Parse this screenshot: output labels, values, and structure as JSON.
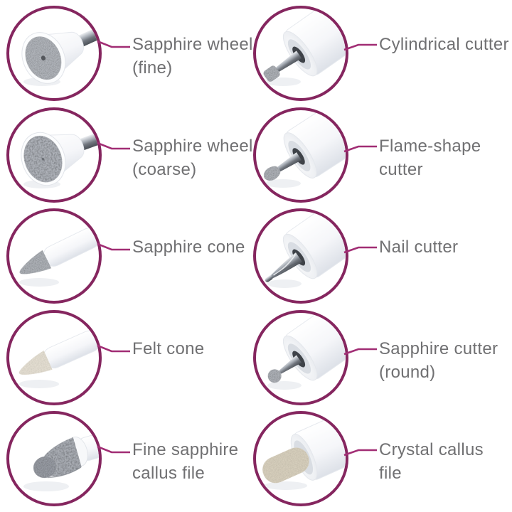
{
  "colors": {
    "background": "#ffffff",
    "circle_border": "#85265f",
    "leader_line": "#a12d74",
    "label_text": "#707072"
  },
  "items": [
    {
      "label": "Sapphire wheel\n(fine)",
      "icon": "sapphire-wheel-fine-icon"
    },
    {
      "label": "Cylindrical cutter",
      "icon": "cylindrical-cutter-icon"
    },
    {
      "label": "Sapphire wheel\n(coarse)",
      "icon": "sapphire-wheel-coarse-icon"
    },
    {
      "label": "Flame-shape\ncutter",
      "icon": "flame-shape-cutter-icon"
    },
    {
      "label": "Sapphire cone",
      "icon": "sapphire-cone-icon"
    },
    {
      "label": "Nail cutter",
      "icon": "nail-cutter-icon"
    },
    {
      "label": "Felt cone",
      "icon": "felt-cone-icon"
    },
    {
      "label": "Sapphire cutter\n(round)",
      "icon": "sapphire-cutter-round-icon"
    },
    {
      "label": "Fine sapphire\ncallus file",
      "icon": "fine-sapphire-callus-file-icon"
    },
    {
      "label": "Crystal callus\nfile",
      "icon": "crystal-callus-file-icon"
    }
  ]
}
